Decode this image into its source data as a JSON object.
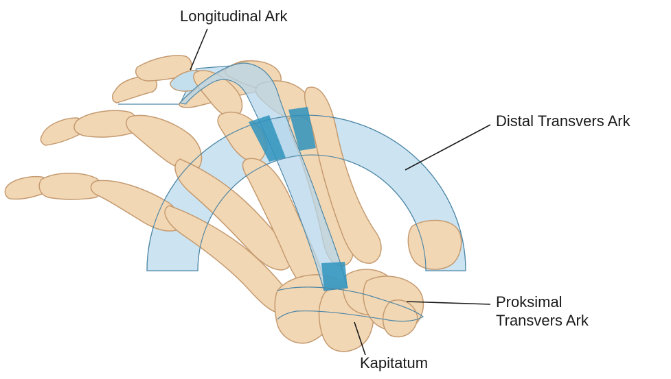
{
  "labels": {
    "longitudinal_arch": "Longitudinal Ark",
    "distal_transverse_arch": "Distal Transvers Ark",
    "proximal_transverse_arch_line1": "Proksimal",
    "proximal_transverse_arch_line2": "Transvers Ark",
    "capitate": "Kapitatum"
  },
  "colors": {
    "bone_fill": "#f2d7b4",
    "bone_outline": "#c49a70",
    "arch_fill": "#c3dfee",
    "arch_outline": "#4f87a6",
    "arch_dark": "#2f93bd",
    "leader_line": "#1a1a1a"
  }
}
